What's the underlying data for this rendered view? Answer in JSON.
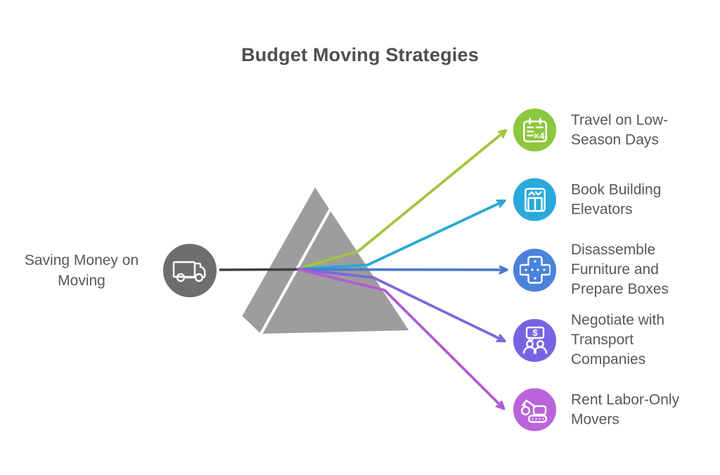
{
  "title": "Budget Moving Strategies",
  "title_color": "#4d4e50",
  "text_color": "#57585b",
  "entry_line_color": "#3f3f3f",
  "prism": {
    "fill": "#9d9d9d",
    "outline": "#ffffff"
  },
  "hub": {
    "label": "Saving Money on\nMoving",
    "icon": "truck-icon",
    "color": "#6e6e6e"
  },
  "items": [
    {
      "label": "Travel on Low-\nSeason Days",
      "icon": "calendar-x4-icon",
      "icon_badge": "×4",
      "color": "#8dc63f",
      "ray_color": "#a2c53d"
    },
    {
      "label": "Book Building\nElevators",
      "icon": "elevator-icon",
      "color": "#29a9dc",
      "ray_color": "#2ba9d1"
    },
    {
      "label": "Disassemble\nFurniture and\nPrepare Boxes",
      "icon": "disassembled-cross-icon",
      "color": "#4b82dc",
      "ray_color": "#4a7ccd"
    },
    {
      "label": "Negotiate with\nTransport\nCompanies",
      "icon": "negotiation-icon",
      "icon_badge": "$",
      "color": "#7a63e2",
      "ray_color": "#7b68da"
    },
    {
      "label": "Rent Labor-Only\nMovers",
      "icon": "crane-icon",
      "color": "#b964da",
      "ray_color": "#b35bd4"
    }
  ]
}
